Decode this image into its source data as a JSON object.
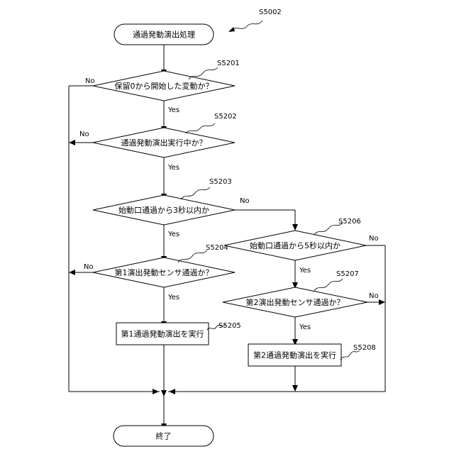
{
  "diagram": {
    "figure_ref": "S5002",
    "nodes": {
      "start": "通過発動演出処理",
      "d1": "保留0から開始した変動か？",
      "d2": "通過発動演出実行中か？",
      "d3": "始動口通過から3秒以内か",
      "d4": "第1演出発動センサ通過か？",
      "p1": "第1通過発動演出を実行",
      "d5": "始動口通過から5秒以内か",
      "d6": "第2演出発動センサ通過か？",
      "p2": "第2通過発動演出を実行",
      "end": "終了"
    },
    "step_refs": {
      "d1": "S5201",
      "d2": "S5202",
      "d3": "S5203",
      "d4": "S5204",
      "p1": "S5205",
      "d5": "S5206",
      "d6": "S5207",
      "p2": "S5208"
    },
    "branch_labels": {
      "d1_yes": "Yes",
      "d1_no": "No",
      "d2_yes": "Yes",
      "d2_no": "No",
      "d3_yes": "Yes",
      "d3_no": "No",
      "d4_yes": "Yes",
      "d4_no": "No",
      "d5_yes": "Yes",
      "d5_no": "No",
      "d6_yes": "Yes",
      "d6_no": "No"
    }
  }
}
